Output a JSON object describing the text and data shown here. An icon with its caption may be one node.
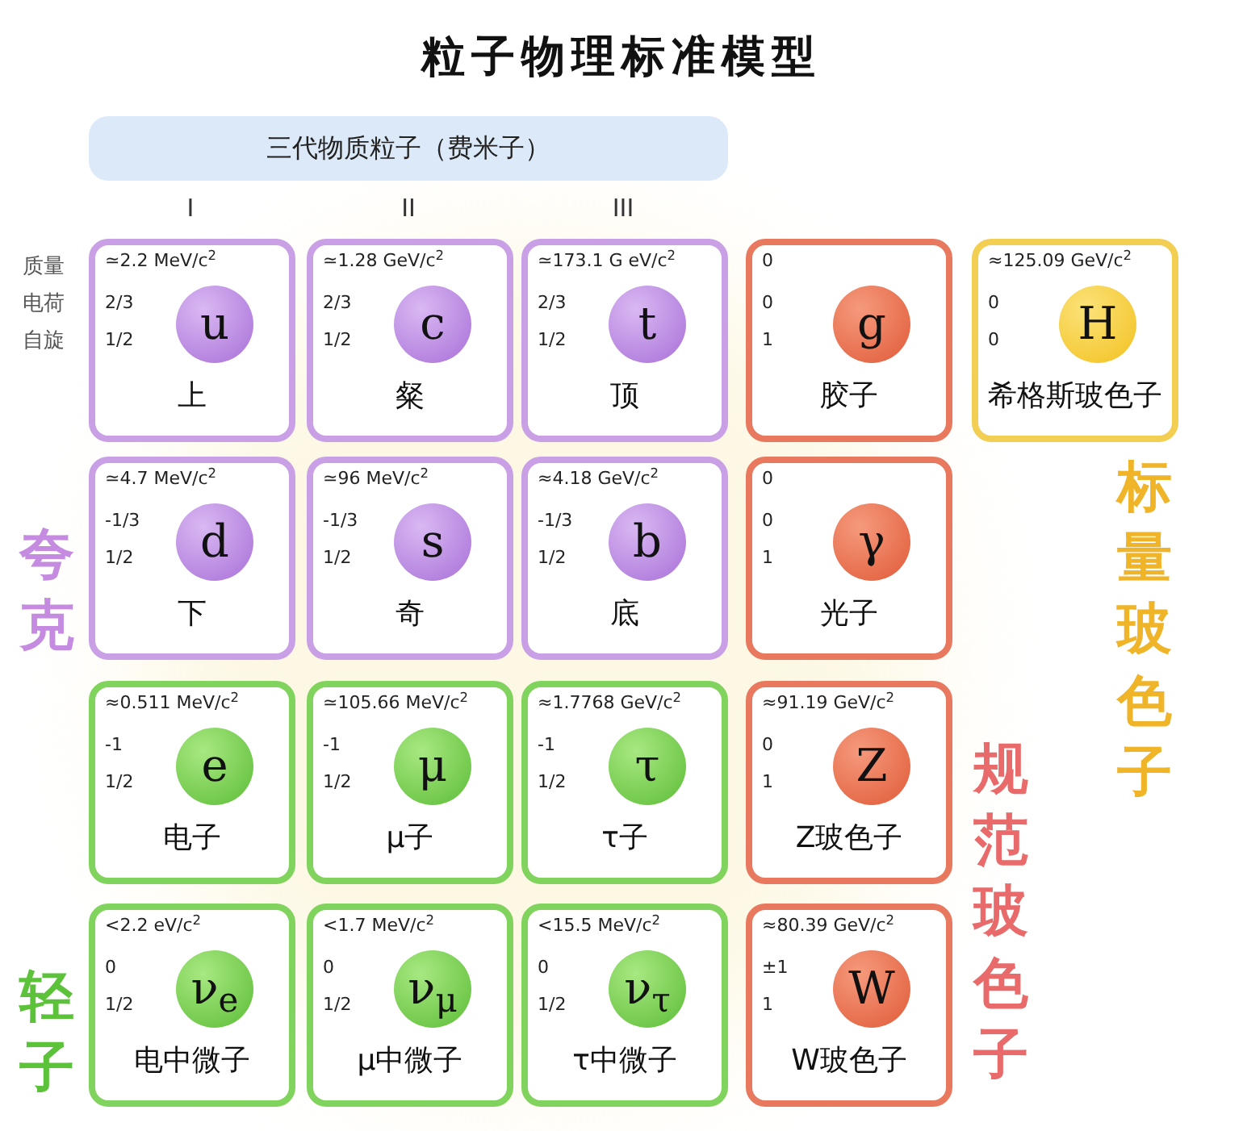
{
  "diagram": {
    "title": "粒子物理标准模型",
    "nodes": [
      {
        "text": [
          "三代物质粒子（费米子）"
        ]
      },
      {
        "text": [
          "≃2.2 MeV/c$^{2}$",
          "2/3",
          "1/2",
          "上"
        ]
      },
      {
        "text": [
          "u"
        ],
        "in": 1
      },
      {
        "text": [
          "≃1.28 GeV/c$^{2}$",
          "2/3",
          "1/2",
          "粲"
        ]
      },
      {
        "text": [
          "c"
        ],
        "in": 3
      },
      {
        "text": [
          "≃173.1 G eV/c$^{2}$",
          "2/3",
          "1/2",
          "顶"
        ]
      },
      {
        "text": [
          "t"
        ],
        "in": 5
      },
      {
        "text": [
          "0",
          "0",
          "1",
          "胶子"
        ]
      },
      {
        "text": [
          "g"
        ],
        "in": 7
      },
      {
        "text": [
          "≈125.09 GeV/c$^{2}$",
          "0",
          "0",
          "希格斯玻色子"
        ]
      },
      {
        "text": [
          "H"
        ],
        "in": 9
      },
      {
        "text": [
          "≃4.7 MeV/c$^{2}$",
          "-1/3",
          "1/2",
          "下"
        ]
      },
      {
        "text": [
          "d"
        ],
        "in": 11
      },
      {
        "text": [
          "≃96 MeV/c$^{2}$",
          "-1/3",
          "1/2",
          "奇"
        ]
      },
      {
        "text": [
          "s"
        ],
        "in": 13
      },
      {
        "text": [
          "≈4.18 GeV/c$^{2}$",
          "-1/3",
          "1/2",
          "底"
        ]
      },
      {
        "text": [
          "b"
        ],
        "in": 15
      },
      {
        "text": [
          "0",
          "0",
          "1",
          "光子"
        ]
      },
      {
        "text": [
          "γ"
        ],
        "in": 17
      },
      {
        "text": [
          "≈0.511 MeV/c$^{2}$",
          "-1",
          "1/2",
          "电子"
        ]
      },
      {
        "text": [
          "e"
        ],
        "in": 19
      },
      {
        "text": [
          "≃105.66 MeV/c$^{2}$",
          "-1",
          "1/2",
          "μ子"
        ]
      },
      {
        "text": [
          "μ"
        ],
        "in": 21
      },
      {
        "text": [
          "≈1.7768 GeV/c$^{2}$",
          "-1",
          "1/2",
          "τ子"
        ]
      },
      {
        "text": [
          "τ"
        ],
        "in": 23
      },
      {
        "text": [
          "≈91.19 GeV/c$^{2}$",
          "0",
          "1",
          "Z玻色子"
        ]
      },
      {
        "text": [
          "Z"
        ],
        "in": 25
      },
      {
        "text": [
          "<2.2 eV/c$^{2}$",
          "0",
          "1/2",
          "电中微子"
        ]
      },
      {
        "text": [
          "ν$_{e}$"
        ],
        "in": 27
      },
      {
        "text": [
          "<1.7 MeV/c$^{2}$",
          "0",
          "1/2",
          "μ中微子"
        ]
      },
      {
        "text": [
          "ν$_{μ}$"
        ],
        "in": 29
      },
      {
        "text": [
          "<15.5 MeV/c$^{2}$",
          "0",
          "1/2",
          "τ中微子"
        ]
      },
      {
        "text": [
          "ν$_{τ}$"
        ],
        "in": 31
      },
      {
        "text": [
          "≈80.39 GeV/c$^{2}$",
          "±1",
          "1",
          "W玻色子"
        ]
      },
      {
        "text": [
          "W"
        ],
        "in": 33
      }
    ],
    "labels": [
      "I",
      "II",
      "III",
      "质量",
      "电荷",
      "自旋",
      "夸克",
      "标量玻色子",
      "规范玻色子",
      "轻子"
    ]
  }
}
